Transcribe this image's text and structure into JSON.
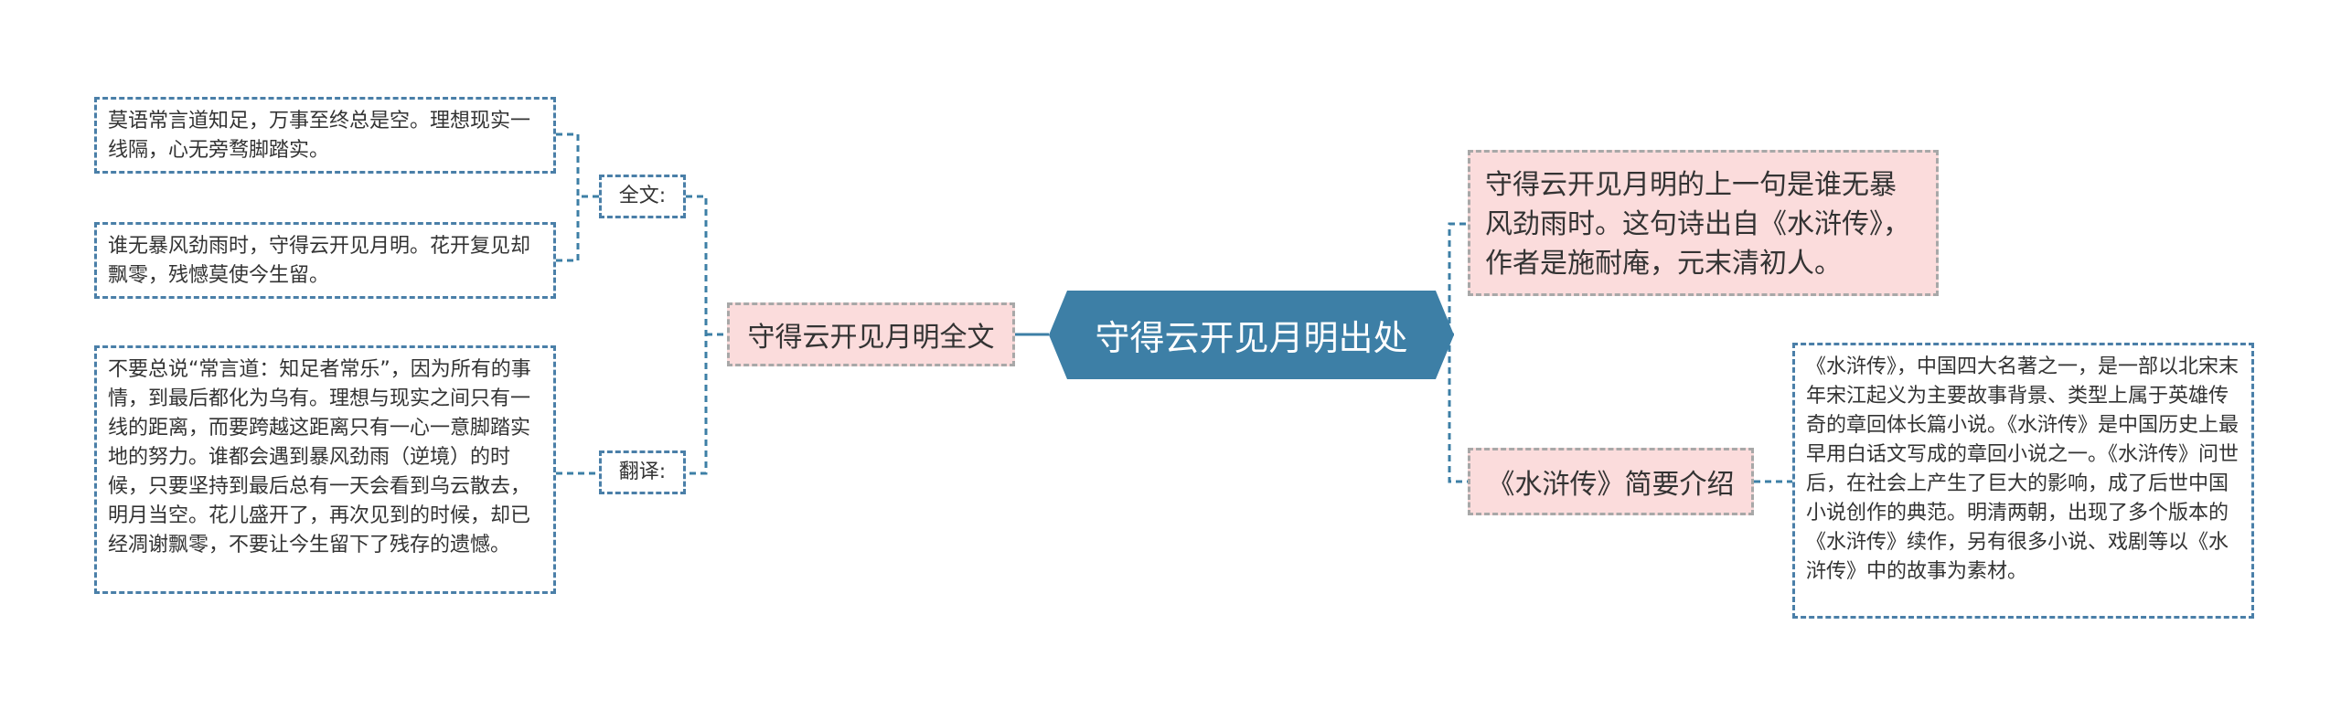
{
  "root": {
    "title": "守得云开见月明出处"
  },
  "left": {
    "branch": {
      "label": "守得云开见月明全文"
    },
    "groups": [
      {
        "label": "全文:",
        "leaves": [
          "莫语常言道知足，万事至终总是空。理想现实一线隔，心无旁骛脚踏实。",
          "谁无暴风劲雨时，守得云开见月明。花开复见却飘零，残憾莫使今生留。"
        ]
      },
      {
        "label": "翻译:",
        "leaves": [
          "不要总说“常言道：知足者常乐”，因为所有的事情，到最后都化为乌有。理想与现实之间只有一线的距离，而要跨越这距离只有一心一意脚踏实地的努力。谁都会遇到暴风劲雨（逆境）的时候，只要坚持到最后总有一天会看到乌云散去，明月当空。花儿盛开了，再次见到的时候，却已经凋谢飘零，不要让今生留下了残存的遗憾。"
        ]
      }
    ]
  },
  "right": {
    "answer": "守得云开见月明的上一句是谁无暴风劲雨时。这句诗出自《水浒传》，作者是施耐庵，元末清初人。",
    "intro": {
      "label": "《水浒传》简要介绍",
      "detail": "《水浒传》，中国四大名著之一，是一部以北宋末年宋江起义为主要故事背景、类型上属于英雄传奇的章回体长篇小说。《水浒传》是中国历史上最早用白话文写成的章回小说之一。《水浒传》问世后，在社会上产生了巨大的影响，成了后世中国小说创作的典范。明清两朝，出现了多个版本的《水浒传》续作，另有很多小说、戏剧等以《水浒传》中的故事为素材。"
    }
  },
  "colors": {
    "root_fill": "#3d7fa6",
    "connector": "#3d7fa6",
    "dashed_border": "#4a7fa8",
    "highlight_fill": "#fbdcdc"
  }
}
